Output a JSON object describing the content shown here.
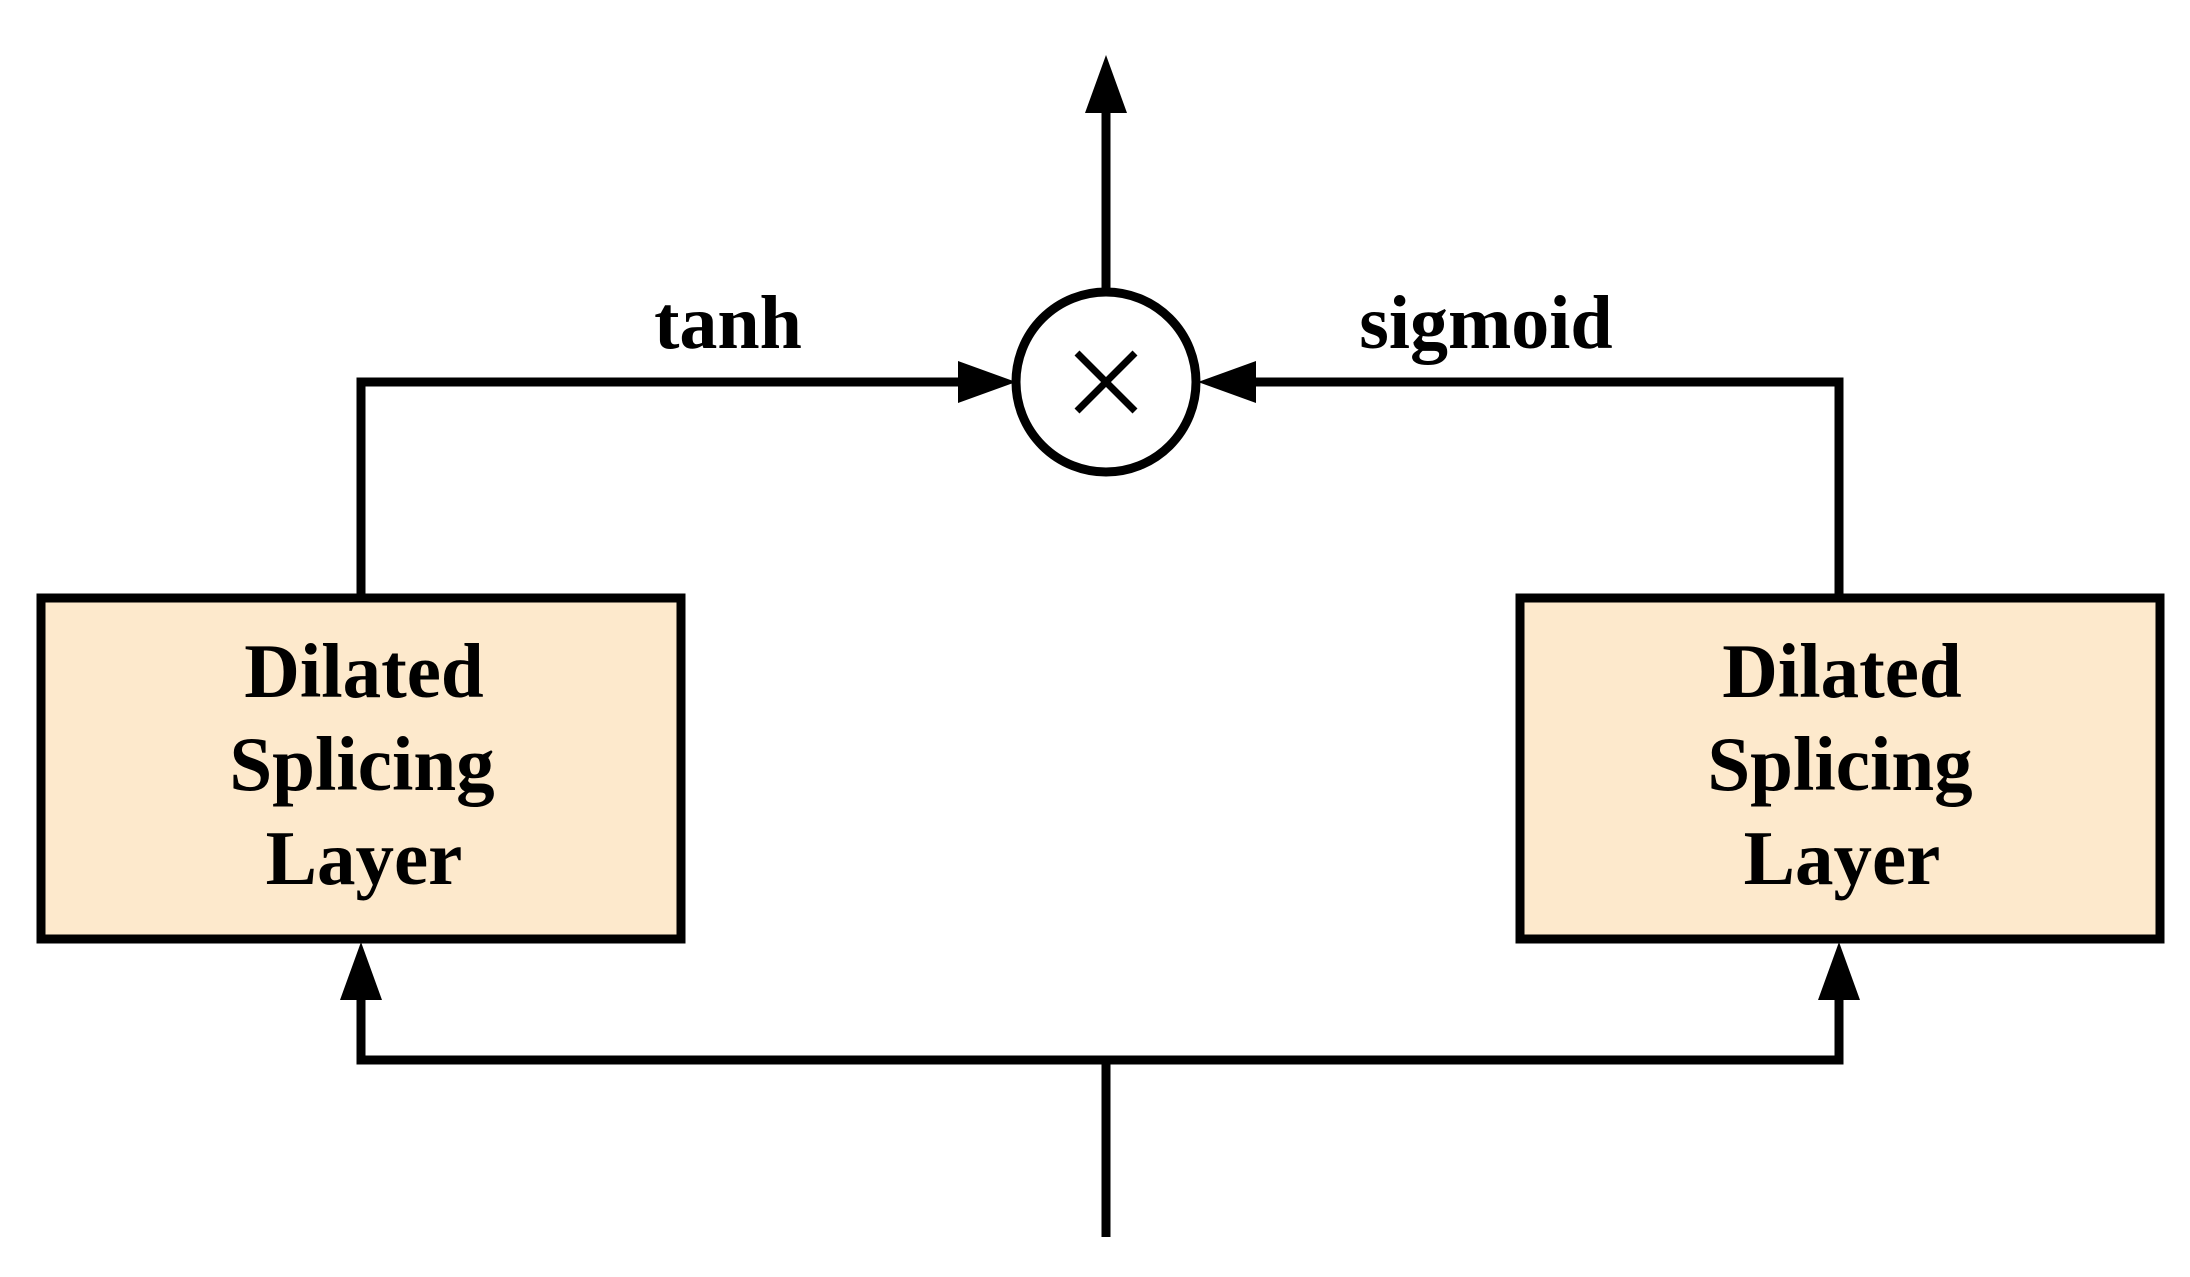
{
  "diagram": {
    "colors": {
      "stroke": "#000000",
      "block_fill": "#fde9cc",
      "background": "#ffffff"
    },
    "left_block": {
      "line1": "Dilated",
      "line2": "Splicing",
      "line3": "Layer"
    },
    "right_block": {
      "line1": "Dilated",
      "line2": "Splicing",
      "line3": "Layer"
    },
    "left_edge_label": "tanh",
    "right_edge_label": "sigmoid",
    "multiply_symbol": "multiply-icon"
  }
}
